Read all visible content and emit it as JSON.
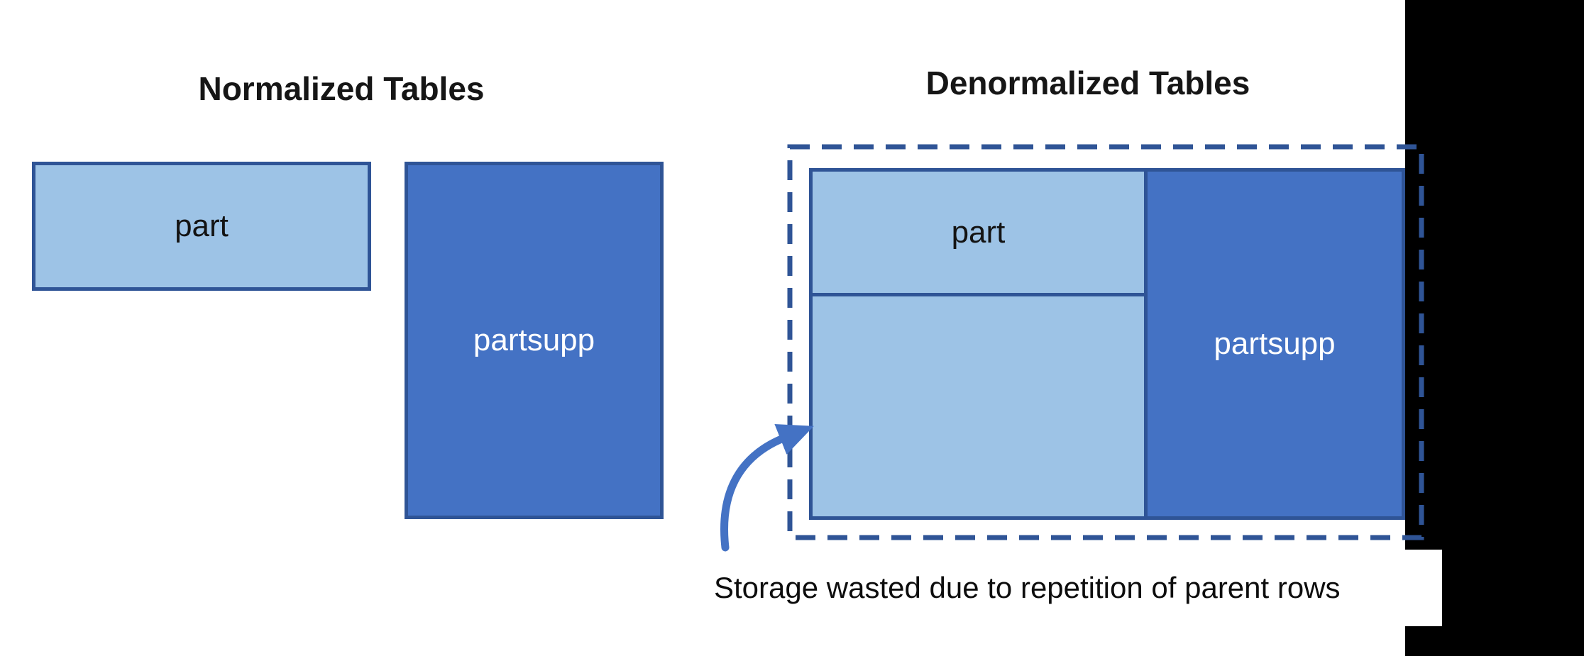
{
  "normalized": {
    "title": "Normalized Tables",
    "part_label": "part",
    "partsupp_label": "partsupp"
  },
  "denormalized": {
    "title": "Denormalized Tables",
    "part_label": "part",
    "partsupp_label": "partsupp"
  },
  "annotation": {
    "text": "Storage wasted due to repetition of parent rows"
  },
  "colors": {
    "light_blue_fill": "#9DC3E6",
    "dark_blue_fill": "#4472C4",
    "border_navy": "#2F5496",
    "arrow_blue": "#4472C4",
    "black_bar": "#000000",
    "background": "#FFFFFF",
    "label_dark": "#131313",
    "label_light": "#FFFFFF"
  }
}
